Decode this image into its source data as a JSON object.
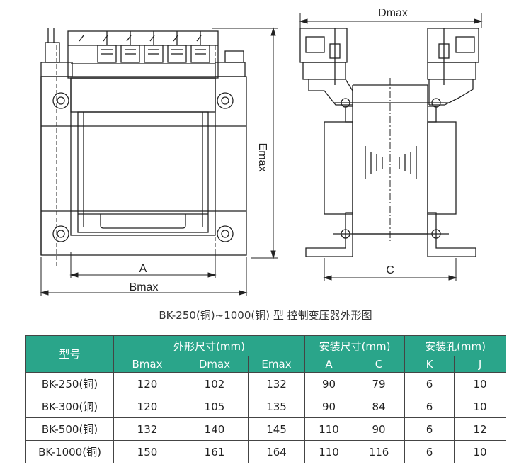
{
  "drawing": {
    "dim_a": "A",
    "dim_bmax": "Bmax",
    "dim_dmax": "Dmax",
    "dim_emax": "Emax",
    "dim_c": "C"
  },
  "caption": "BK-250(铜)~1000(铜) 型 控制变压器外形图",
  "table": {
    "col_model": "型号",
    "group_outline": "外形尺寸(mm)",
    "group_mount": "安装尺寸(mm)",
    "group_hole": "安装孔(mm)",
    "sub": [
      "Bmax",
      "Dmax",
      "Emax",
      "A",
      "C",
      "K",
      "J"
    ],
    "rows": [
      {
        "model": "BK-250(铜)",
        "bmax": "120",
        "dmax": "102",
        "emax": "132",
        "a": "90",
        "c": "79",
        "k": "6",
        "j": "10"
      },
      {
        "model": "BK-300(铜)",
        "bmax": "120",
        "dmax": "105",
        "emax": "135",
        "a": "90",
        "c": "84",
        "k": "6",
        "j": "10"
      },
      {
        "model": "BK-500(铜)",
        "bmax": "132",
        "dmax": "140",
        "emax": "145",
        "a": "110",
        "c": "90",
        "k": "6",
        "j": "12"
      },
      {
        "model": "BK-1000(铜)",
        "bmax": "150",
        "dmax": "161",
        "emax": "164",
        "a": "110",
        "c": "116",
        "k": "6",
        "j": "10"
      }
    ]
  },
  "colors": {
    "header_bg": "#2aa58a",
    "header_text": "#ffffff",
    "line": "#222222"
  }
}
